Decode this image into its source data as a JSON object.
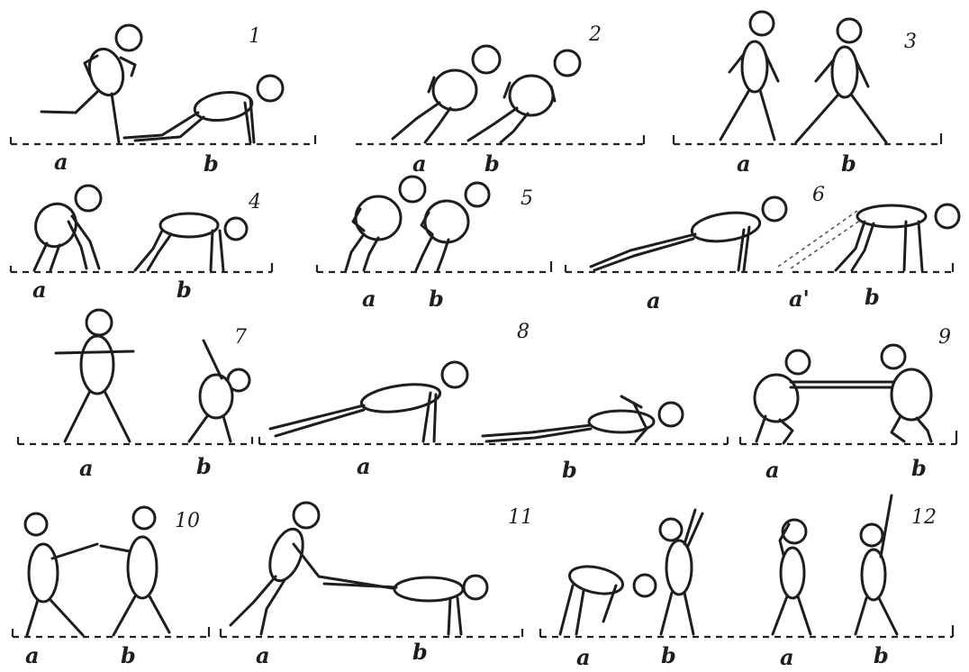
{
  "colors": {
    "ink": "#1e1e1e",
    "paper": "#ffffff"
  },
  "exercises": [
    {
      "number": "1",
      "labels": [
        "a",
        "b"
      ]
    },
    {
      "number": "2",
      "labels": [
        "a",
        "b"
      ]
    },
    {
      "number": "3",
      "labels": [
        "a",
        "b"
      ]
    },
    {
      "number": "4",
      "labels": [
        "a",
        "b"
      ]
    },
    {
      "number": "5",
      "labels": [
        "a",
        "b"
      ]
    },
    {
      "number": "6",
      "labels": [
        "a",
        "a'",
        "b"
      ]
    },
    {
      "number": "7",
      "labels": [
        "a",
        "b"
      ]
    },
    {
      "number": "8",
      "labels": [
        "a",
        "b"
      ]
    },
    {
      "number": "9",
      "labels": [
        "a",
        "b"
      ]
    },
    {
      "number": "10",
      "labels": [
        "a",
        "b"
      ]
    },
    {
      "number": "11",
      "labels": [
        "a",
        "b"
      ]
    },
    {
      "number": "12",
      "labels": [
        "a",
        "b",
        "a",
        "b"
      ]
    }
  ]
}
